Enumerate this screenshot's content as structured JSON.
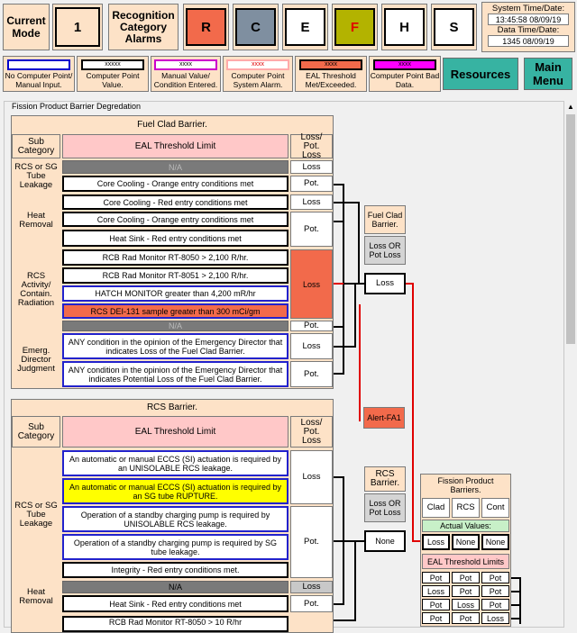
{
  "top": {
    "current_mode_label": "Current Mode",
    "mode_value": "1",
    "recognition_label": "Recognition Category Alarms",
    "alarms": [
      {
        "letter": "R",
        "color": "#f26a4b"
      },
      {
        "letter": "C",
        "color": "#7f8fa0"
      },
      {
        "letter": "E",
        "color": "#ffffff"
      },
      {
        "letter": "F",
        "color": "#b3b300"
      },
      {
        "letter": "H",
        "color": "#ffffff"
      },
      {
        "letter": "S",
        "color": "#ffffff"
      }
    ],
    "system_time_label": "System Time/Date:",
    "system_time_value": "13:45:58  08/09/19",
    "data_time_label": "Data Time/Date:",
    "data_time_value": "1345  08/09/19"
  },
  "legend": [
    {
      "label": "No Computer Point/ Manual Input.",
      "swatch_text": "",
      "border": "#0000cc",
      "fill": "#ffffff"
    },
    {
      "label": "Computer Point Value.",
      "swatch_text": "xxxxx",
      "border": "#000000",
      "fill": "#ffffff"
    },
    {
      "label": "Manual Value/ Condition Entered.",
      "swatch_text": "xxxx",
      "border": "#cc00cc",
      "fill": "#ffffff"
    },
    {
      "label": "Computer Point System Alarm.",
      "swatch_text": "xxxx",
      "border": "#ffaaaa",
      "fill": "#ffffff"
    },
    {
      "label": "EAL Threshold Met/Exceeded.",
      "swatch_text": "xxxx",
      "border": "#000000",
      "fill": "#f26a4b"
    },
    {
      "label": "Computer Point Bad Data.",
      "swatch_text": "xxxx",
      "border": "#000000",
      "fill": "#ff00ff"
    }
  ],
  "resources_label": "Resources",
  "main_menu_label": "Main Menu",
  "panel_title": "Fission Product Barrier Degredation",
  "fuel": {
    "title": "Fuel Clad Barrier.",
    "sub_header": "Sub Category",
    "eal_header": "EAL Threshold Limit",
    "loss_header": "Loss/ Pot. Loss",
    "cat_tube": "RCS or SG Tube Leakage",
    "na": "N/A",
    "loss": "Loss",
    "pot": "Pot.",
    "core_orange": "Core Cooling - Orange entry conditions met",
    "cat_heat": "Heat Removal",
    "core_red": "Core Cooling - Red entry conditions met",
    "core_orange2": "Core Cooling - Orange entry conditions met",
    "heat_sink_red": "Heat Sink - Red entry conditions met",
    "cat_rad": "RCS Activity/ Contain. Radiation",
    "rcb_8050": "RCB Rad Monitor RT-8050 > 2,100 R/hr.",
    "rcb_8051": "RCB Rad Monitor RT-8051  > 2,100 R/hr.",
    "hatch": "HATCH MONITOR greater than 4,200 mR/hr",
    "dei": "RCS DEI-131 sample  greater than 300 mCi/gm",
    "cat_ed": "Emerg. Director Judgment",
    "ed_loss": "ANY condition in the opinion of the Emergency Director that indicates Loss of the Fuel Clad Barrier.",
    "ed_pot": "ANY condition in the opinion of the Emergency Director that indicates Potential Loss of the Fuel Clad Barrier."
  },
  "fuel_summary": {
    "title": "Fuel Clad Barrier.",
    "status_label": "Loss OR Pot Loss",
    "status_value": "Loss"
  },
  "alert": "Alert-FA1",
  "rcs": {
    "title": "RCS Barrier.",
    "sub_header": "Sub Category",
    "eal_header": "EAL Threshold Limit",
    "loss_header": "Loss/ Pot. Loss",
    "cat_tube": "RCS or SG Tube Leakage",
    "eccs_unisol": "An automatic or manual ECCS  (SI) actuation is required by an UNISOLABLE RCS leakage.",
    "eccs_sg": "An automatic or manual ECCS  (SI) actuation is required by an SG tube RUPTURE.",
    "charging_unisol": "Operation of a standby charging pump is required by UNISOLABLE RCS leakage.",
    "charging_sg": "Operation of a standby charging pump is required by SG tube leakage.",
    "integrity": "Integrity - Red entry conditions met.",
    "loss": "Loss",
    "pot": "Pot.",
    "cat_heat": "Heat Removal",
    "na": "N/A",
    "heat_sink_red": "Heat Sink - Red entry conditions met",
    "rcb_partial": "RCB Rad Monitor RT-8050 > 10 R/hr"
  },
  "rcs_summary": {
    "title": "RCS Barrier.",
    "status_label": "Loss OR Pot Loss",
    "status_value": "None"
  },
  "fpb": {
    "title": "Fission Product Barriers.",
    "headers": [
      "Clad",
      "RCS",
      "Cont"
    ],
    "actual_label": "Actual Values:",
    "actual": [
      "Loss",
      "None",
      "None"
    ],
    "eal_label": "EAL Threshold Limits",
    "rows": [
      [
        "Pot",
        "Pot",
        "Pot"
      ],
      [
        "Loss",
        "Pot",
        "Pot"
      ],
      [
        "Pot",
        "Loss",
        "Pot"
      ],
      [
        "Pot",
        "Pot",
        "Loss"
      ]
    ]
  }
}
